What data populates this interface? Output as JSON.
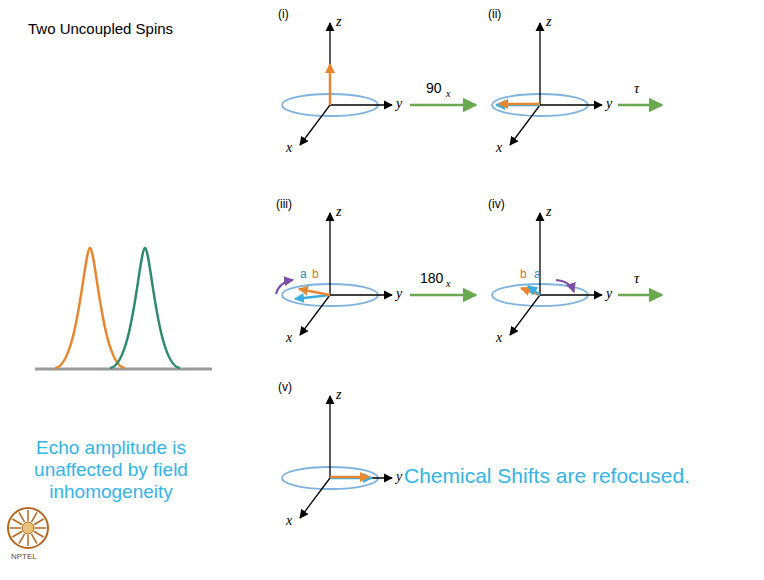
{
  "diagram": {
    "title": "Two Uncoupled Spins",
    "labels": [
      "(i)",
      "z",
      "y",
      "x",
      "90",
      "x",
      "(ii)",
      "z",
      "y",
      "x",
      "τ",
      "(iii)",
      "z",
      "a",
      "b",
      "y",
      "x",
      "180",
      "x",
      "(iv)",
      "z",
      "b",
      "a",
      "y",
      "x",
      "τ",
      "(v)",
      "z",
      "y",
      "x",
      "Chemical Shifts are refocused.",
      "Echo amplitude is unaffected by field inhomogeneity",
      "NPTEL"
    ]
  }
}
